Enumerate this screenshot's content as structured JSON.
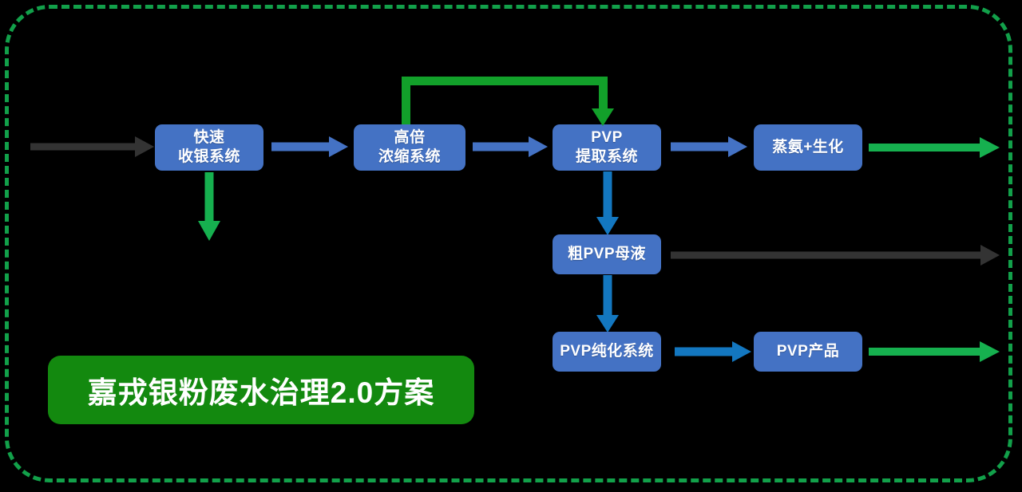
{
  "diagram": {
    "title": "嘉戎银粉废水治理2.0方案",
    "type": "process-flow",
    "background_color": "#000000",
    "frame": {
      "style": "dashed",
      "color": "#12a04a",
      "shape": "rounded-rectangle"
    },
    "palette": {
      "node_blue": "#4472c4",
      "arrow_blue": "#4472c4",
      "arrow_bright_blue": "#1377c0",
      "arrow_green": "#12a02a",
      "arrow_bright_green": "#16b04f",
      "arrow_gray": "#333333",
      "banner_green": "#13890f",
      "text_white": "#ffffff"
    },
    "nodes": [
      {
        "id": "fast-recovery",
        "lines": [
          "快速",
          "收银系统"
        ]
      },
      {
        "id": "concentration",
        "lines": [
          "高倍",
          "浓缩系统"
        ]
      },
      {
        "id": "pvp-extraction",
        "lines": [
          "PVP",
          "提取系统"
        ]
      },
      {
        "id": "ammonia-bio",
        "lines": [
          "蒸氨+生化"
        ]
      },
      {
        "id": "crude-pvp",
        "lines": [
          "粗PVP母液"
        ]
      },
      {
        "id": "pvp-purify",
        "lines": [
          "PVP纯化系统"
        ]
      },
      {
        "id": "pvp-product",
        "lines": [
          "PVP产品"
        ]
      }
    ],
    "edges": [
      {
        "id": "inlet-to-fast-recovery",
        "from": "inlet",
        "to": "fast-recovery",
        "color": "#333333",
        "direction": "right"
      },
      {
        "id": "fast-recovery-to-concentration",
        "from": "fast-recovery",
        "to": "concentration",
        "color": "#4472c4",
        "direction": "right"
      },
      {
        "id": "concentration-to-pvp-extraction",
        "from": "concentration",
        "to": "pvp-extraction",
        "color": "#4472c4",
        "direction": "right"
      },
      {
        "id": "pvp-extraction-to-ammonia-bio",
        "from": "pvp-extraction",
        "to": "ammonia-bio",
        "color": "#4472c4",
        "direction": "right"
      },
      {
        "id": "ammonia-bio-outlet",
        "from": "ammonia-bio",
        "to": "outlet",
        "color": "#16b04f",
        "direction": "right"
      },
      {
        "id": "fast-recovery-discharge",
        "from": "fast-recovery",
        "to": "discharge",
        "color": "#16b04f",
        "direction": "down"
      },
      {
        "id": "concentration-loop-to-pvp-extraction",
        "from": "concentration",
        "to": "pvp-extraction",
        "color": "#12a02a",
        "direction": "loop-over-top"
      },
      {
        "id": "pvp-extraction-to-crude-pvp",
        "from": "pvp-extraction",
        "to": "crude-pvp",
        "color": "#1377c0",
        "direction": "down"
      },
      {
        "id": "crude-pvp-outlet",
        "from": "crude-pvp",
        "to": "outlet",
        "color": "#333333",
        "direction": "right"
      },
      {
        "id": "crude-pvp-to-pvp-purify",
        "from": "crude-pvp",
        "to": "pvp-purify",
        "color": "#1377c0",
        "direction": "down"
      },
      {
        "id": "pvp-purify-to-pvp-product",
        "from": "pvp-purify",
        "to": "pvp-product",
        "color": "#1377c0",
        "direction": "right"
      },
      {
        "id": "pvp-product-outlet",
        "from": "pvp-product",
        "to": "outlet",
        "color": "#16b04f",
        "direction": "right"
      }
    ]
  }
}
